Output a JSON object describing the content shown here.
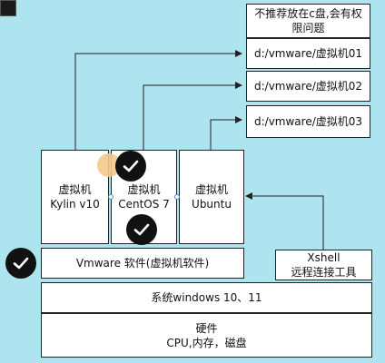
{
  "nodes": {
    "warning": "不推荐放在c盘,会有权限问题",
    "path01": "d:/vmware/虚拟机01",
    "path02": "d:/vmware/虚拟机02",
    "path03": "d:/vmware/虚拟机03",
    "vm_kylin": "虚拟机\nKylin v10",
    "vm_centos": "虚拟机\nCentOS 7",
    "vm_ubuntu": "虚拟机\nUbuntu",
    "xshell": "Xshell\n远程连接工具",
    "vmware": "Vmware 软件(虚拟机软件)",
    "os": "系统windows 10、11",
    "hardware": "硬件\nCPU,内存，磁盘"
  },
  "colors": {
    "background": "#aee3f0",
    "box_fill": "#ffffff",
    "border": "#222222",
    "check_fill": "#111111",
    "highlight": "#f3c98a"
  }
}
